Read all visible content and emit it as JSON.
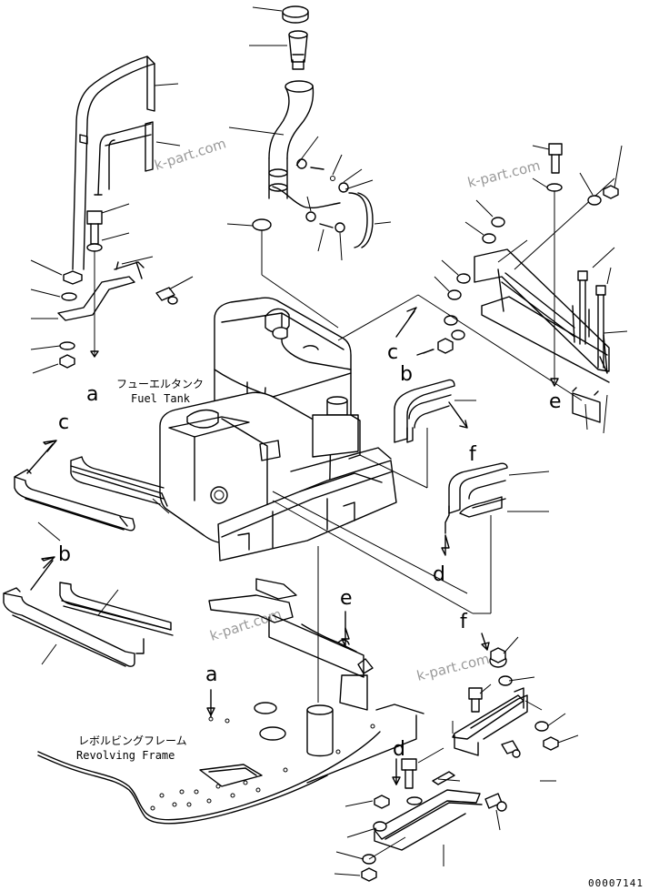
{
  "callouts": {
    "a": "a",
    "b": "b",
    "c": "c",
    "d": "d",
    "e": "e",
    "f": "f"
  },
  "captions": {
    "fuel_tank_jp": "フューエルタンク",
    "fuel_tank_en": "Fuel Tank",
    "revolving_frame_jp": "レボルビングフレーム",
    "revolving_frame_en": "Revolving Frame"
  },
  "watermark": "k-part.com",
  "page_number": "00007141"
}
